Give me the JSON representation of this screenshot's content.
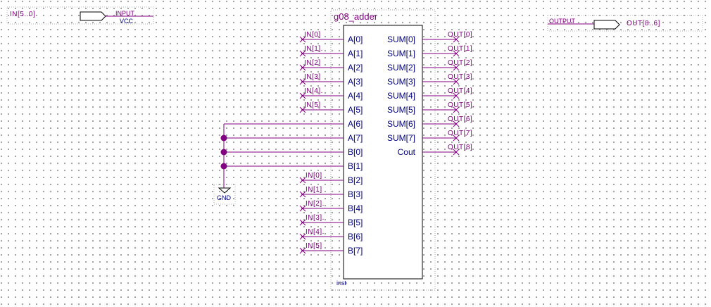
{
  "input_block": {
    "bus_label": "IN[5..0]",
    "type_label": "INPUT",
    "default_label": "VCC"
  },
  "output_block": {
    "type_label": "OUTPUT",
    "bus_label": "OUT[8..6]"
  },
  "component": {
    "name": "g08_adder",
    "instance": "inst",
    "left_pins": [
      "A[0]",
      "A[1]",
      "A[2]",
      "A[3]",
      "A[4]",
      "A[5]",
      "A[6]",
      "A[7]",
      "B[0]",
      "B[1]",
      "B[2]",
      "B[3]",
      "B[4]",
      "B[5]",
      "B[6]",
      "B[7]"
    ],
    "right_pins": [
      "SUM[0]",
      "SUM[1]",
      "SUM[2]",
      "SUM[3]",
      "SUM[4]",
      "SUM[5]",
      "SUM[6]",
      "SUM[7]",
      "Cout"
    ]
  },
  "a_net_labels": [
    "IN[0]",
    "IN[1].",
    "IN[2]",
    "IN[3]",
    "IN[4].",
    "IN[5] ."
  ],
  "b_net_labels": [
    "IN[0]",
    "IN[1]",
    "IN[2].",
    "IN[3].",
    "IN[4].",
    "IN[5]"
  ],
  "out_net_labels": [
    "OUT[0]",
    "OUT[1]",
    "OUT[2]",
    "OUT[3]",
    "OUT[4]",
    "OUT[5].",
    "OUT[6]",
    "OUT[7]",
    "OUT[8]"
  ],
  "gnd_label": "GND",
  "colors": {
    "wire": "#800080",
    "pin_text": "#000080",
    "body": "#000000"
  }
}
